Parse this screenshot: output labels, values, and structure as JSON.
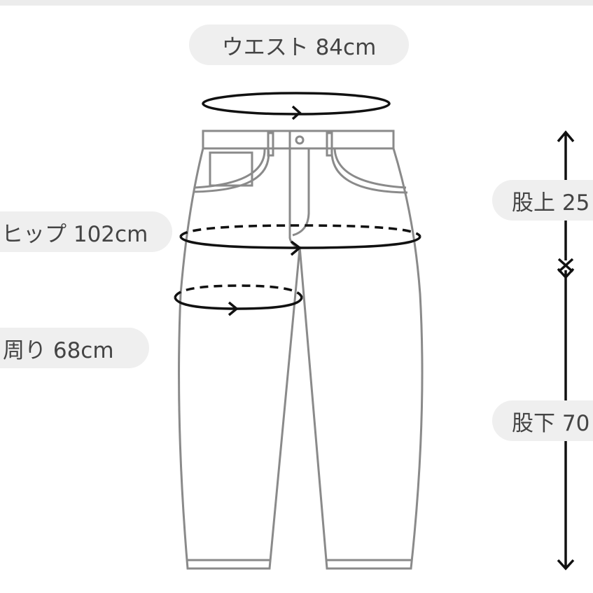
{
  "labels": {
    "waist": "ウエスト 84cm",
    "hip": "ヒップ 102cm",
    "thigh": "周り 68cm",
    "rise": "股上 25",
    "inseam": "股下 70"
  },
  "colors": {
    "outline": "#8a8a8a",
    "measure": "#111111",
    "pill": "#efefef",
    "text": "#444444"
  }
}
